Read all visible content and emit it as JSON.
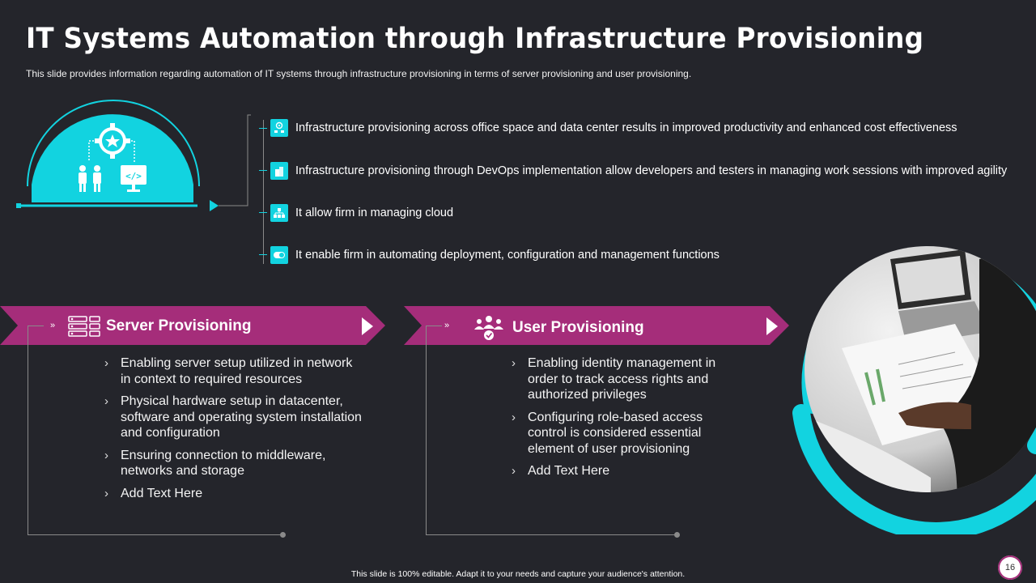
{
  "title": "IT Systems Automation through Infrastructure Provisioning",
  "subtitle": "This slide provides  information  regarding  automation  of IT  systems through  infrastructure  provisioning   in terms of server  provisioning  and user provisioning.",
  "bullets": [
    {
      "icon": "gear-cloud-icon",
      "text": "Infrastructure provisioning across office space and data center results in improved productivity  and enhanced cost effectiveness"
    },
    {
      "icon": "building-icon",
      "text": "Infrastructure provisioning through DevOps implementation allow developers and testers in managing work sessions with improved agility"
    },
    {
      "icon": "network-icon",
      "text": "It allow firm in managing cloud"
    },
    {
      "icon": "toggle-icon",
      "text": "It enable firm in automating deployment, configuration and management functions"
    }
  ],
  "server": {
    "title": "Server Provisioning",
    "items": [
      "Enabling server setup utilized in network in context to required resources",
      "Physical hardware setup in datacenter, software and operating system installation and configuration",
      "Ensuring connection to middleware, networks and storage",
      "Add Text Here"
    ]
  },
  "user": {
    "title": "User Provisioning",
    "items": [
      "Enabling identity management in order to track access rights and authorized privileges",
      "Configuring role-based access control is considered essential element of user provisioning",
      "Add Text Here"
    ]
  },
  "footer": "This slide is 100% editable.  Adapt it to your needs and capture your audience's attention.",
  "page_number": "16",
  "colors": {
    "background": "#24252b",
    "accent": "#12d3e0",
    "banner": "#a52d7a"
  }
}
